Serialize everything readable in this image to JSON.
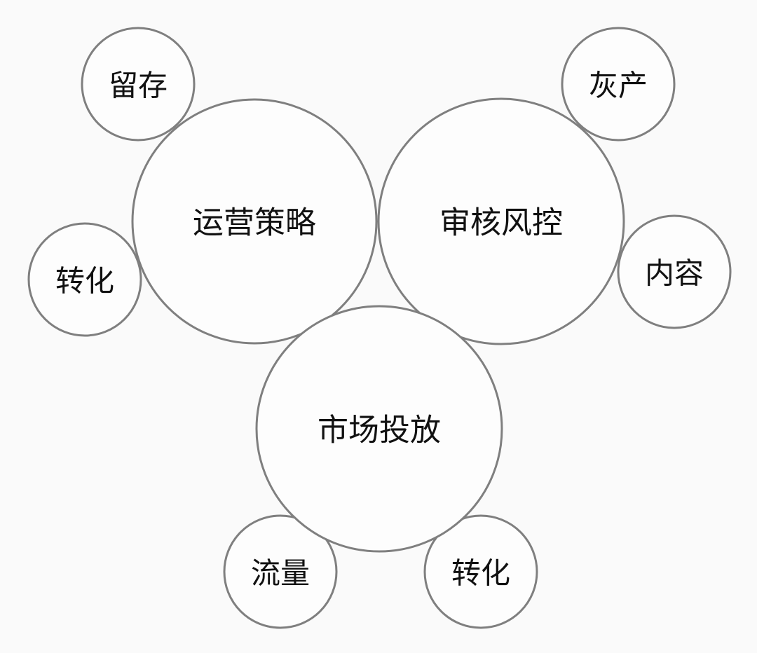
{
  "main_nodes": [
    {
      "label": "运营策略"
    },
    {
      "label": "审核风控"
    },
    {
      "label": "市场投放"
    }
  ],
  "sub_nodes": {
    "operations": [
      {
        "label": "留存"
      },
      {
        "label": "转化"
      }
    ],
    "risk_control": [
      {
        "label": "灰产"
      },
      {
        "label": "内容"
      }
    ],
    "marketing": [
      {
        "label": "流量"
      },
      {
        "label": "转化"
      }
    ]
  },
  "colors": {
    "stroke": "#7f7f7f",
    "background": "#fafafa",
    "text": "#111111"
  }
}
